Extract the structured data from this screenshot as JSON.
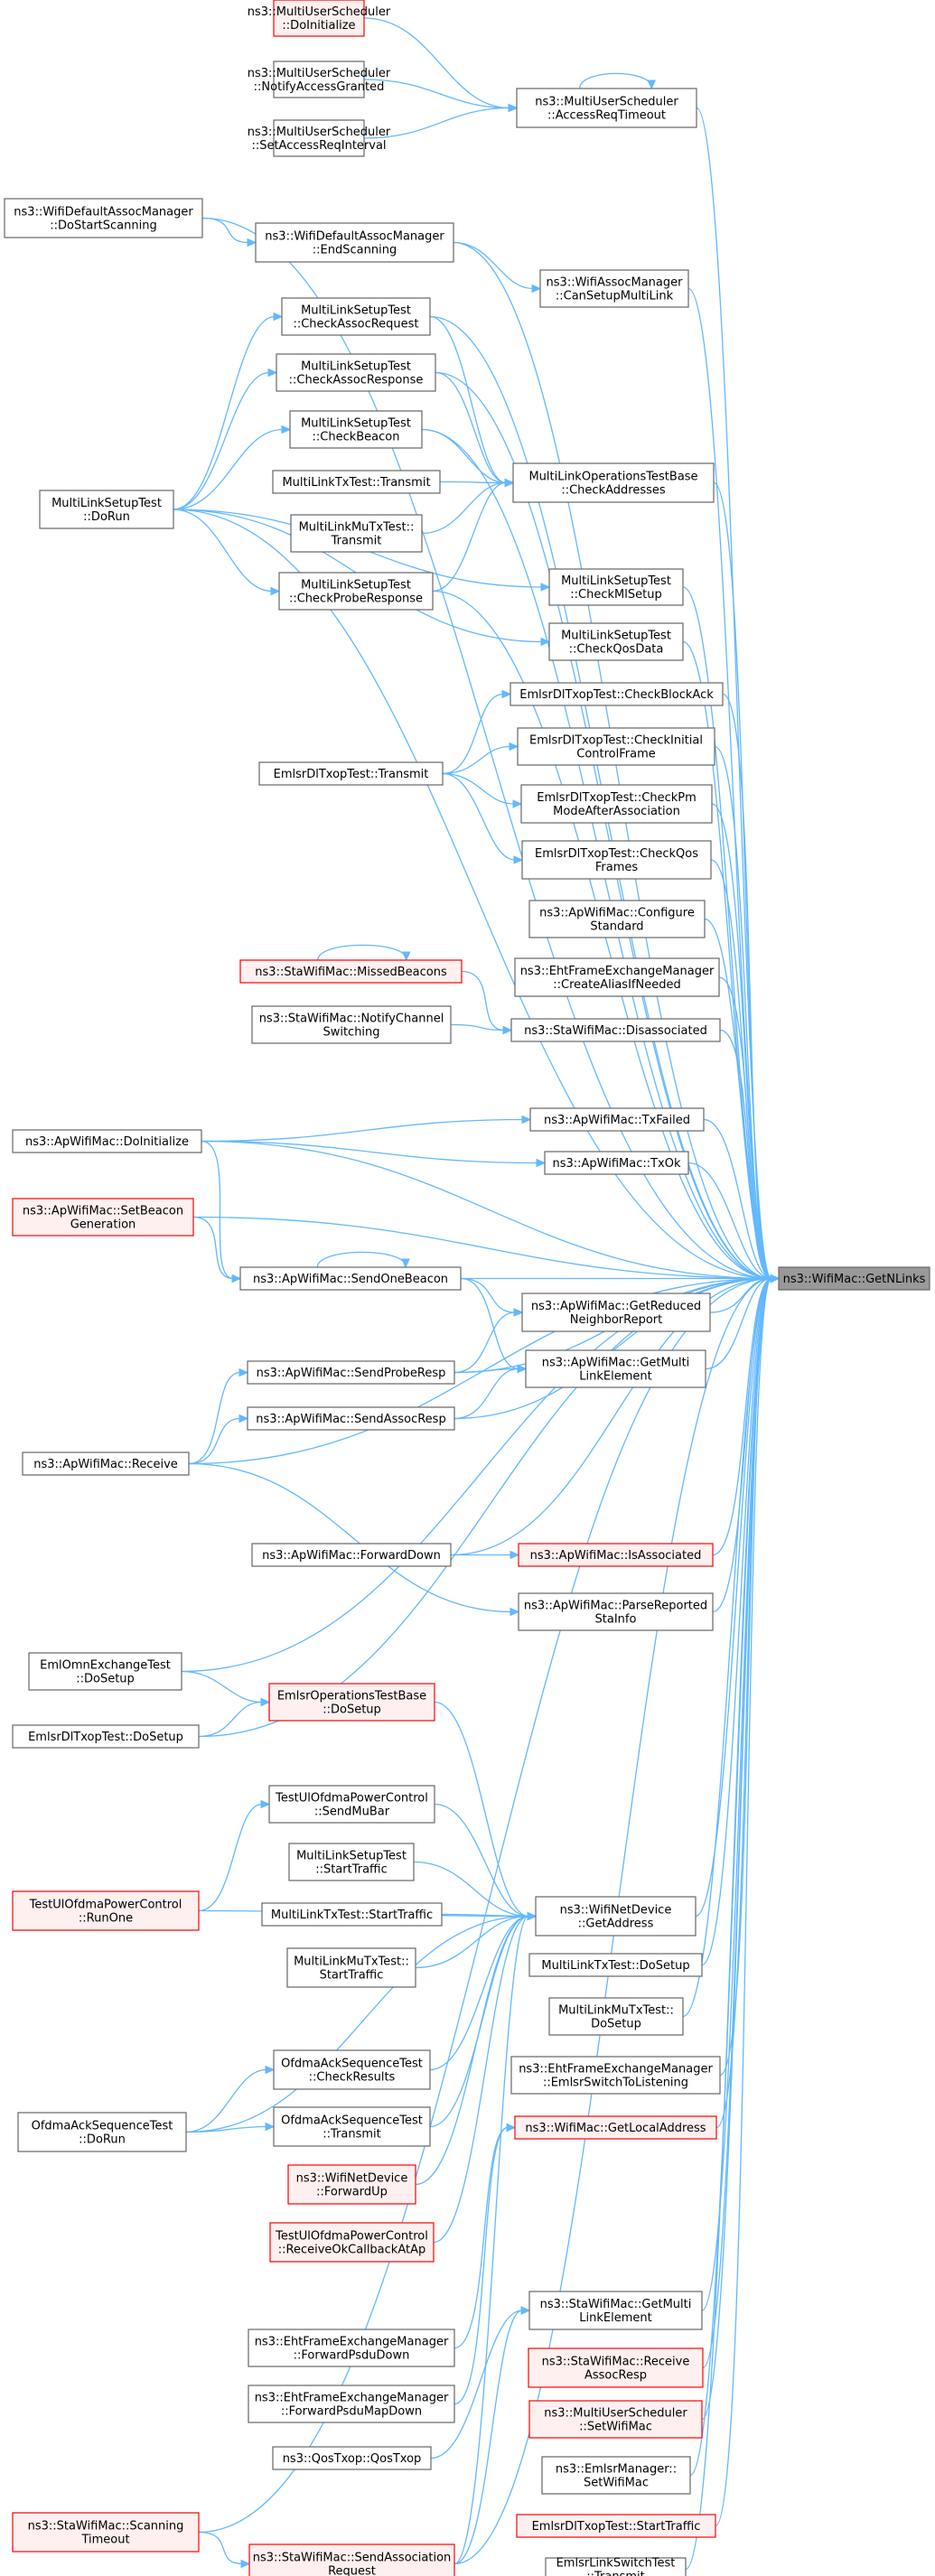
{
  "nodes": [
    {
      "id": "n1",
      "lines": [
        "ns3::MultiUserScheduler",
        "::DoInitialize"
      ],
      "red": true
    },
    {
      "id": "n2",
      "lines": [
        "ns3::MultiUserScheduler",
        "::NotifyAccessGranted"
      ]
    },
    {
      "id": "n3",
      "lines": [
        "ns3::MultiUserScheduler",
        "::SetAccessReqInterval"
      ]
    },
    {
      "id": "n4",
      "lines": [
        "ns3::MultiUserScheduler",
        "::AccessReqTimeout"
      ]
    },
    {
      "id": "n5",
      "lines": [
        "ns3::WifiDefaultAssocManager",
        "::DoStartScanning"
      ]
    },
    {
      "id": "n6",
      "lines": [
        "ns3::WifiDefaultAssocManager",
        "::EndScanning"
      ]
    },
    {
      "id": "n7",
      "lines": [
        "ns3::WifiAssocManager",
        "::CanSetupMultiLink"
      ]
    },
    {
      "id": "n8",
      "lines": [
        "MultiLinkSetupTest",
        "::CheckAssocRequest"
      ]
    },
    {
      "id": "n9",
      "lines": [
        "MultiLinkSetupTest",
        "::CheckAssocResponse"
      ]
    },
    {
      "id": "n10",
      "lines": [
        "MultiLinkSetupTest",
        "::CheckBeacon"
      ]
    },
    {
      "id": "n11",
      "lines": [
        "MultiLinkTxTest::Transmit"
      ]
    },
    {
      "id": "n12",
      "lines": [
        "MultiLinkMuTxTest::",
        "Transmit"
      ]
    },
    {
      "id": "n13",
      "lines": [
        "MultiLinkSetupTest",
        "::CheckProbeResponse"
      ]
    },
    {
      "id": "n14",
      "lines": [
        "MultiLinkSetupTest",
        "::DoRun"
      ]
    },
    {
      "id": "n15",
      "lines": [
        "MultiLinkOperationsTestBase",
        "::CheckAddresses"
      ]
    },
    {
      "id": "n16",
      "lines": [
        "MultiLinkSetupTest",
        "::CheckMlSetup"
      ]
    },
    {
      "id": "n17",
      "lines": [
        "MultiLinkSetupTest",
        "::CheckQosData"
      ]
    },
    {
      "id": "n18",
      "lines": [
        "EmlsrDlTxopTest::CheckBlockAck"
      ]
    },
    {
      "id": "n19",
      "lines": [
        "EmlsrDlTxopTest::CheckInitial",
        "ControlFrame"
      ]
    },
    {
      "id": "n20",
      "lines": [
        "EmlsrDlTxopTest::CheckPm",
        "ModeAfterAssociation"
      ]
    },
    {
      "id": "n21",
      "lines": [
        "EmlsrDlTxopTest::CheckQos",
        "Frames"
      ]
    },
    {
      "id": "n22",
      "lines": [
        "EmlsrDlTxopTest::Transmit"
      ]
    },
    {
      "id": "n23",
      "lines": [
        "ns3::ApWifiMac::Configure",
        "Standard"
      ]
    },
    {
      "id": "n24",
      "lines": [
        "ns3::EhtFrameExchangeManager",
        "::CreateAliasIfNeeded"
      ]
    },
    {
      "id": "n25",
      "lines": [
        "ns3::StaWifiMac::MissedBeacons"
      ],
      "red": true
    },
    {
      "id": "n26",
      "lines": [
        "ns3::StaWifiMac::NotifyChannel",
        "Switching"
      ]
    },
    {
      "id": "n27",
      "lines": [
        "ns3::StaWifiMac::Disassociated"
      ]
    },
    {
      "id": "n28",
      "lines": [
        "ns3::ApWifiMac::TxFailed"
      ]
    },
    {
      "id": "n29",
      "lines": [
        "ns3::ApWifiMac::DoInitialize"
      ]
    },
    {
      "id": "n30",
      "lines": [
        "ns3::ApWifiMac::TxOk"
      ]
    },
    {
      "id": "n31",
      "lines": [
        "ns3::ApWifiMac::SetBeacon",
        "Generation"
      ],
      "red": true
    },
    {
      "id": "n32",
      "lines": [
        "ns3::ApWifiMac::SendOneBeacon"
      ]
    },
    {
      "id": "n33",
      "lines": [
        "ns3::WifiMac::GetNLinks"
      ],
      "focus": true
    },
    {
      "id": "n34",
      "lines": [
        "ns3::ApWifiMac::GetReduced",
        "NeighborReport"
      ]
    },
    {
      "id": "n35",
      "lines": [
        "ns3::ApWifiMac::SendProbeResp"
      ]
    },
    {
      "id": "n36",
      "lines": [
        "ns3::ApWifiMac::GetMulti",
        "LinkElement"
      ]
    },
    {
      "id": "n37",
      "lines": [
        "ns3::ApWifiMac::SendAssocResp"
      ]
    },
    {
      "id": "n38",
      "lines": [
        "ns3::ApWifiMac::Receive"
      ]
    },
    {
      "id": "n39",
      "lines": [
        "ns3::ApWifiMac::ForwardDown"
      ]
    },
    {
      "id": "n40",
      "lines": [
        "ns3::ApWifiMac::IsAssociated"
      ],
      "red": true
    },
    {
      "id": "n41",
      "lines": [
        "ns3::ApWifiMac::ParseReported",
        "StaInfo"
      ]
    },
    {
      "id": "n42",
      "lines": [
        "EmlOmnExchangeTest",
        "::DoSetup"
      ]
    },
    {
      "id": "n43",
      "lines": [
        "EmlsrOperationsTestBase",
        "::DoSetup"
      ],
      "red": true
    },
    {
      "id": "n44",
      "lines": [
        "EmlsrDlTxopTest::DoSetup"
      ]
    },
    {
      "id": "n45",
      "lines": [
        "TestUlOfdmaPowerControl",
        "::SendMuBar"
      ]
    },
    {
      "id": "n46",
      "lines": [
        "MultiLinkSetupTest",
        "::StartTraffic"
      ]
    },
    {
      "id": "n47",
      "lines": [
        "TestUlOfdmaPowerControl",
        "::RunOne"
      ],
      "red": true
    },
    {
      "id": "n48",
      "lines": [
        "MultiLinkTxTest::StartTraffic"
      ]
    },
    {
      "id": "n49",
      "lines": [
        "ns3::WifiNetDevice",
        "::GetAddress"
      ]
    },
    {
      "id": "n50",
      "lines": [
        "MultiLinkMuTxTest::",
        "StartTraffic"
      ]
    },
    {
      "id": "n51",
      "lines": [
        "MultiLinkTxTest::DoSetup"
      ]
    },
    {
      "id": "n52",
      "lines": [
        "MultiLinkMuTxTest::",
        "DoSetup"
      ]
    },
    {
      "id": "n53",
      "lines": [
        "OfdmaAckSequenceTest",
        "::CheckResults"
      ]
    },
    {
      "id": "n54",
      "lines": [
        "ns3::EhtFrameExchangeManager",
        "::EmlsrSwitchToListening"
      ]
    },
    {
      "id": "n55",
      "lines": [
        "OfdmaAckSequenceTest",
        "::DoRun"
      ]
    },
    {
      "id": "n56",
      "lines": [
        "OfdmaAckSequenceTest",
        "::Transmit"
      ]
    },
    {
      "id": "n57",
      "lines": [
        "ns3::WifiMac::GetLocalAddress"
      ],
      "red": true
    },
    {
      "id": "n58",
      "lines": [
        "ns3::WifiNetDevice",
        "::ForwardUp"
      ],
      "red": true
    },
    {
      "id": "n59",
      "lines": [
        "TestUlOfdmaPowerControl",
        "::ReceiveOkCallbackAtAp"
      ],
      "red": true
    },
    {
      "id": "n60",
      "lines": [
        "ns3::StaWifiMac::GetMulti",
        "LinkElement"
      ]
    },
    {
      "id": "n61",
      "lines": [
        "ns3::EhtFrameExchangeManager",
        "::ForwardPsduDown"
      ]
    },
    {
      "id": "n62",
      "lines": [
        "ns3::StaWifiMac::Receive",
        "AssocResp"
      ],
      "red": true
    },
    {
      "id": "n63",
      "lines": [
        "ns3::EhtFrameExchangeManager",
        "::ForwardPsduMapDown"
      ]
    },
    {
      "id": "n64",
      "lines": [
        "ns3::MultiUserScheduler",
        "::SetWifiMac"
      ],
      "red": true
    },
    {
      "id": "n65",
      "lines": [
        "ns3::QosTxop::QosTxop"
      ]
    },
    {
      "id": "n66",
      "lines": [
        "ns3::EmlsrManager::",
        "SetWifiMac"
      ]
    },
    {
      "id": "n67",
      "lines": [
        "ns3::StaWifiMac::Scanning",
        "Timeout"
      ],
      "red": true
    },
    {
      "id": "n68",
      "lines": [
        "EmlsrDlTxopTest::StartTraffic"
      ],
      "red": true
    },
    {
      "id": "n69",
      "lines": [
        "ns3::StaWifiMac::SendAssociation",
        "Request"
      ],
      "red": true
    },
    {
      "id": "n70",
      "lines": [
        "EmlsrLinkSwitchTest",
        "::Transmit"
      ]
    }
  ],
  "edges": [
    [
      "n1",
      "n4"
    ],
    [
      "n2",
      "n4"
    ],
    [
      "n3",
      "n4"
    ],
    [
      "n4",
      "n4"
    ],
    [
      "n4",
      "n33"
    ],
    [
      "n5",
      "n6"
    ],
    [
      "n5",
      "n33"
    ],
    [
      "n6",
      "n7"
    ],
    [
      "n6",
      "n33"
    ],
    [
      "n7",
      "n33"
    ],
    [
      "n14",
      "n8"
    ],
    [
      "n14",
      "n9"
    ],
    [
      "n14",
      "n10"
    ],
    [
      "n14",
      "n13"
    ],
    [
      "n14",
      "n16"
    ],
    [
      "n14",
      "n17"
    ],
    [
      "n14",
      "n33"
    ],
    [
      "n8",
      "n15"
    ],
    [
      "n8",
      "n33"
    ],
    [
      "n9",
      "n15"
    ],
    [
      "n9",
      "n33"
    ],
    [
      "n10",
      "n15"
    ],
    [
      "n10",
      "n33"
    ],
    [
      "n11",
      "n15"
    ],
    [
      "n12",
      "n15"
    ],
    [
      "n13",
      "n15"
    ],
    [
      "n13",
      "n33"
    ],
    [
      "n15",
      "n33"
    ],
    [
      "n16",
      "n33"
    ],
    [
      "n17",
      "n33"
    ],
    [
      "n22",
      "n18"
    ],
    [
      "n22",
      "n19"
    ],
    [
      "n22",
      "n20"
    ],
    [
      "n22",
      "n21"
    ],
    [
      "n18",
      "n33"
    ],
    [
      "n19",
      "n33"
    ],
    [
      "n20",
      "n33"
    ],
    [
      "n21",
      "n33"
    ],
    [
      "n23",
      "n33"
    ],
    [
      "n24",
      "n33"
    ],
    [
      "n25",
      "n25"
    ],
    [
      "n25",
      "n27"
    ],
    [
      "n26",
      "n27"
    ],
    [
      "n27",
      "n33"
    ],
    [
      "n29",
      "n28"
    ],
    [
      "n29",
      "n30"
    ],
    [
      "n29",
      "n32"
    ],
    [
      "n29",
      "n33"
    ],
    [
      "n28",
      "n33"
    ],
    [
      "n30",
      "n33"
    ],
    [
      "n31",
      "n32"
    ],
    [
      "n31",
      "n33"
    ],
    [
      "n32",
      "n32"
    ],
    [
      "n32",
      "n33"
    ],
    [
      "n32",
      "n34"
    ],
    [
      "n32",
      "n36"
    ],
    [
      "n34",
      "n33"
    ],
    [
      "n35",
      "n34"
    ],
    [
      "n35",
      "n36"
    ],
    [
      "n35",
      "n33"
    ],
    [
      "n36",
      "n33"
    ],
    [
      "n38",
      "n35"
    ],
    [
      "n38",
      "n37"
    ],
    [
      "n38",
      "n33"
    ],
    [
      "n38",
      "n41"
    ],
    [
      "n37",
      "n36"
    ],
    [
      "n37",
      "n33"
    ],
    [
      "n39",
      "n40"
    ],
    [
      "n39",
      "n33"
    ],
    [
      "n40",
      "n33"
    ],
    [
      "n41",
      "n33"
    ],
    [
      "n42",
      "n43"
    ],
    [
      "n42",
      "n33"
    ],
    [
      "n44",
      "n43"
    ],
    [
      "n44",
      "n33"
    ],
    [
      "n43",
      "n49"
    ],
    [
      "n47",
      "n45"
    ],
    [
      "n47",
      "n49"
    ],
    [
      "n45",
      "n49"
    ],
    [
      "n46",
      "n49"
    ],
    [
      "n48",
      "n49"
    ],
    [
      "n50",
      "n49"
    ],
    [
      "n49",
      "n33"
    ],
    [
      "n51",
      "n33"
    ],
    [
      "n52",
      "n33"
    ],
    [
      "n55",
      "n53"
    ],
    [
      "n55",
      "n56"
    ],
    [
      "n55",
      "n49"
    ],
    [
      "n53",
      "n49"
    ],
    [
      "n56",
      "n49"
    ],
    [
      "n58",
      "n49"
    ],
    [
      "n59",
      "n49"
    ],
    [
      "n54",
      "n33"
    ],
    [
      "n57",
      "n33"
    ],
    [
      "n61",
      "n57"
    ],
    [
      "n63",
      "n57"
    ],
    [
      "n60",
      "n33"
    ],
    [
      "n65",
      "n60"
    ],
    [
      "n62",
      "n33"
    ],
    [
      "n64",
      "n33"
    ],
    [
      "n66",
      "n33"
    ],
    [
      "n68",
      "n33"
    ],
    [
      "n70",
      "n33"
    ],
    [
      "n67",
      "n69"
    ],
    [
      "n67",
      "n33"
    ],
    [
      "n69",
      "n49"
    ],
    [
      "n69",
      "n33"
    ],
    [
      "n69",
      "n60"
    ]
  ]
}
